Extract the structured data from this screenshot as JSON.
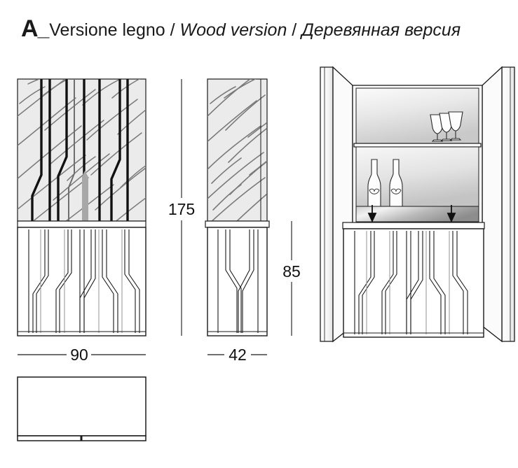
{
  "header": {
    "letter": "A",
    "underscore": "_",
    "label_it": "Versione legno",
    "sep1": " / ",
    "label_en": "Wood version",
    "sep2": " / ",
    "label_ru": "Деревянная версия",
    "full_title": "A_Versione legno / Wood version / Деревянная версия"
  },
  "dimensions": {
    "total_height": "175",
    "base_height": "85",
    "width": "90",
    "depth": "42"
  },
  "views": {
    "front": {
      "name": "front-elevation-closed",
      "upper_panel_label": "wood-grain-door-panel",
      "lower_panel_label": "base-unit-bottle-rack"
    },
    "side": {
      "name": "side-elevation",
      "upper_panel_label": "wood-grain-side-panel",
      "lower_panel_label": "base-unit-side"
    },
    "open": {
      "name": "front-elevation-open-doors",
      "interior_label": "mirrored-interior",
      "shelf_count": "2",
      "glasses_count": "3",
      "bottles_count": "2",
      "arrows_count": "2",
      "door_left_label": "left-door-open",
      "door_right_label": "right-door-open"
    },
    "plan": {
      "name": "plan-view-top",
      "label": "top-plan-rectangle"
    }
  },
  "colors": {
    "stroke": "#1a1a1a",
    "wood_fill": "#ebebeb",
    "grain": "#7a7a7a",
    "mirror_light": "#f4f4f4",
    "mirror_dark": "#9a9a9a",
    "slat_dark": "#111111",
    "slat_grey": "#9d9d9d"
  }
}
